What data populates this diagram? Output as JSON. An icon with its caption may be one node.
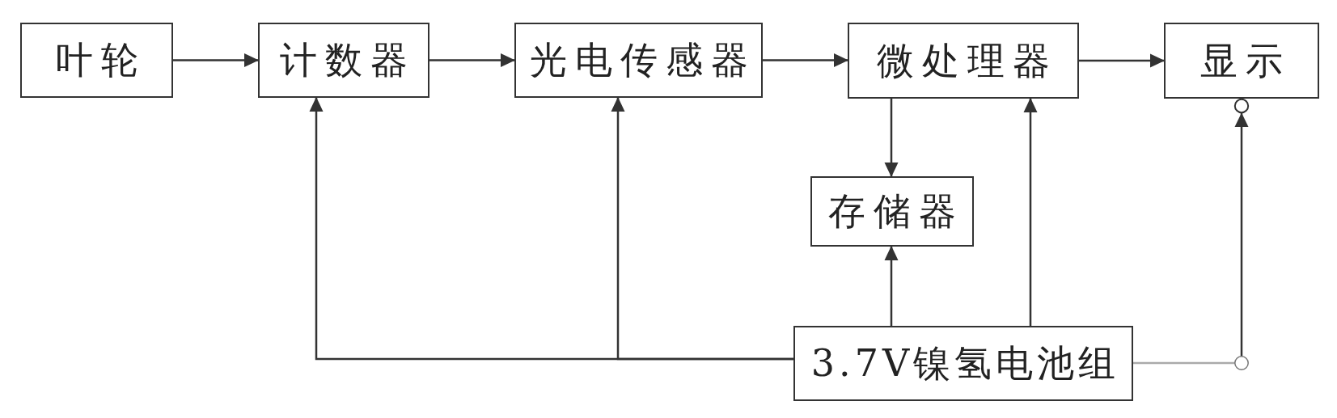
{
  "diagram": {
    "nodes": [
      {
        "text": [
          "叶轮"
        ]
      },
      {
        "text": [
          "计数器"
        ]
      },
      {
        "text": [
          "光电传感器"
        ]
      },
      {
        "text": [
          "微处理器"
        ]
      },
      {
        "text": [
          "显示"
        ]
      },
      {
        "text": [
          "存储器"
        ]
      },
      {
        "text": [
          "3.7V镍氢电池组"
        ]
      }
    ],
    "edges": [
      {
        "from": 0,
        "to": 1,
        "arrow": "to"
      },
      {
        "from": 1,
        "to": 2,
        "arrow": "to"
      },
      {
        "from": 2,
        "to": 3,
        "arrow": "to"
      },
      {
        "from": 3,
        "to": 4,
        "arrow": "to"
      },
      {
        "from": 3,
        "to": 5,
        "arrow": "to"
      },
      {
        "from": 6,
        "to": 5,
        "arrow": "to"
      },
      {
        "from": 6,
        "to": 3,
        "arrow": "to"
      },
      {
        "from": 6,
        "to": 2,
        "arrow": "to"
      },
      {
        "from": 6,
        "to": 1,
        "arrow": "to"
      },
      {
        "from": 6,
        "to": 4,
        "arrow": "to"
      }
    ]
  }
}
